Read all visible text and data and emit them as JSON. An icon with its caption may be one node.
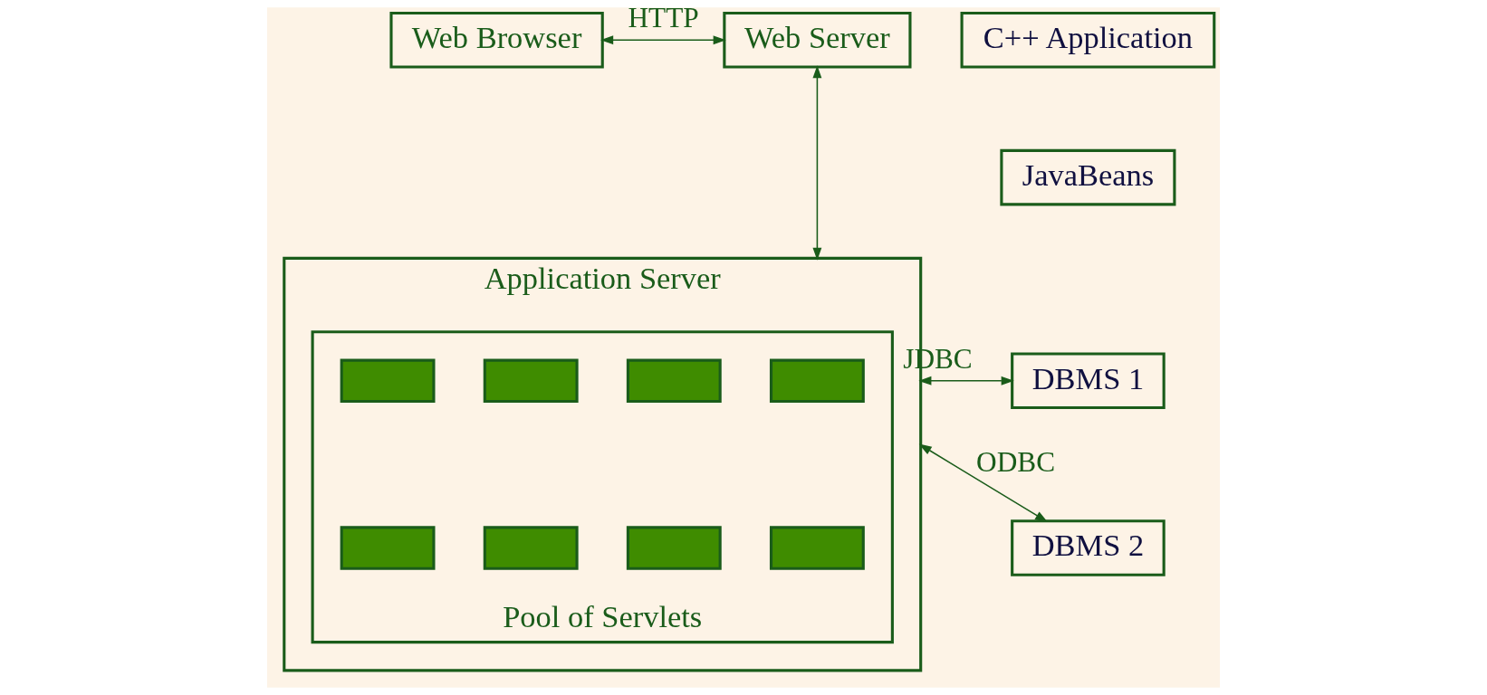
{
  "diagram": {
    "nodes": [
      {
        "text": [
          "Web Browser"
        ]
      },
      {
        "text": [
          "Web Server"
        ]
      },
      {
        "text": [
          "C++ Application"
        ]
      },
      {
        "text": [
          "JavaBeans"
        ]
      },
      {
        "text": [
          "Application Server"
        ]
      },
      {
        "text": [
          "Pool of Servlets"
        ],
        "in": 4
      },
      {
        "text": [],
        "shape": "bar",
        "in": 5
      },
      {
        "text": [],
        "shape": "bar",
        "in": 5
      },
      {
        "text": [],
        "shape": "bar",
        "in": 5
      },
      {
        "text": [],
        "shape": "bar",
        "in": 5
      },
      {
        "text": [],
        "shape": "bar",
        "in": 5
      },
      {
        "text": [],
        "shape": "bar",
        "in": 5
      },
      {
        "text": [],
        "shape": "bar",
        "in": 5
      },
      {
        "text": [],
        "shape": "bar",
        "in": 5
      },
      {
        "text": [
          "DBMS 1"
        ]
      },
      {
        "text": [
          "DBMS 2"
        ]
      }
    ],
    "edges": [
      {
        "from": 0,
        "to": 1,
        "arrow": "both",
        "label": "HTTP"
      },
      {
        "from": 1,
        "to": 4,
        "arrow": "both"
      },
      {
        "from": 4,
        "to": 14,
        "arrow": "both",
        "label": "JDBC"
      },
      {
        "from": 4,
        "to": 15,
        "arrow": "both",
        "label": "ODBC"
      }
    ]
  }
}
